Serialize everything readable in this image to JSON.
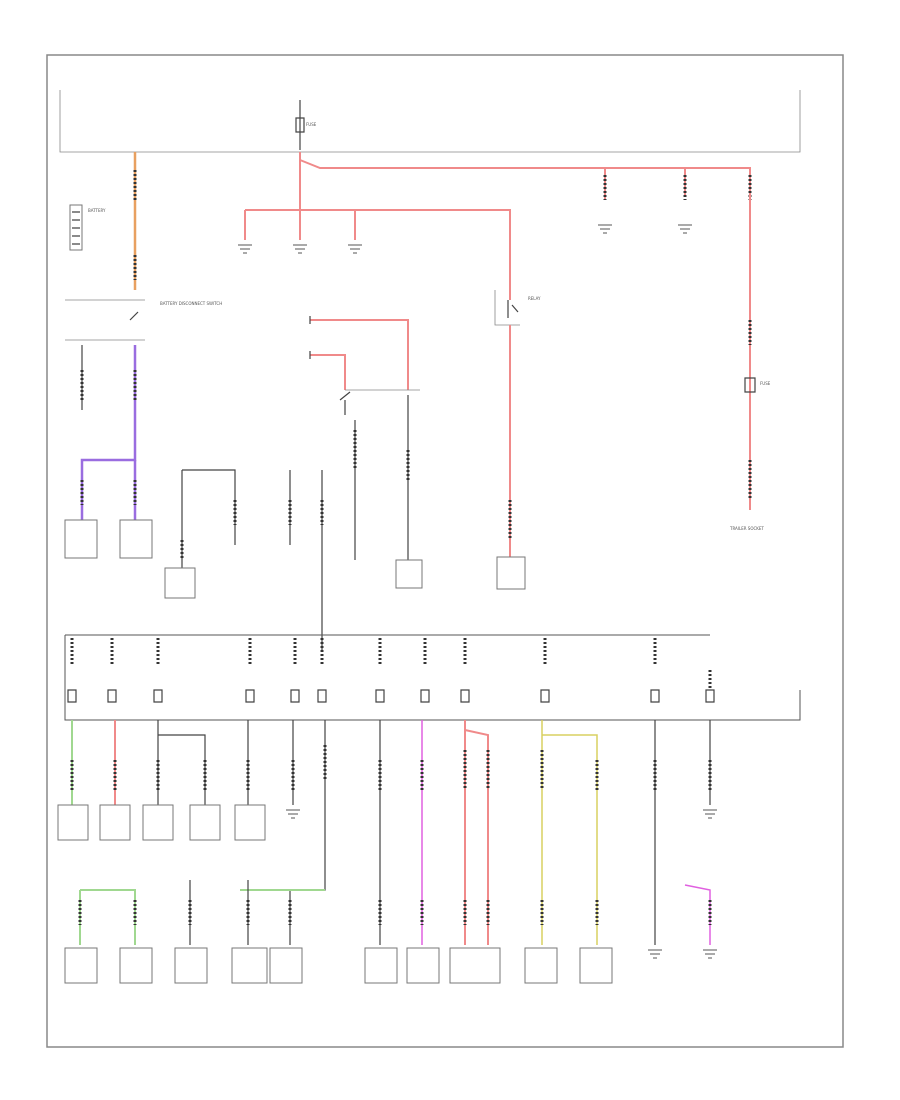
{
  "figure": {
    "labels": {
      "fuse_top": "FUSE",
      "battery": "BATTERY",
      "battery_switch": "BATTERY DISCONNECT SWITCH",
      "relay": "RELAY",
      "fuse_right": "FUSE",
      "trailer": "TRAILER SOCKET"
    },
    "footer_note": ""
  },
  "colors": {
    "red": "#f08a8a",
    "orange": "#e8a060",
    "purple": "#9a6de0",
    "green": "#a0d890",
    "pink": "#e060e0",
    "yellow": "#d8d060"
  }
}
